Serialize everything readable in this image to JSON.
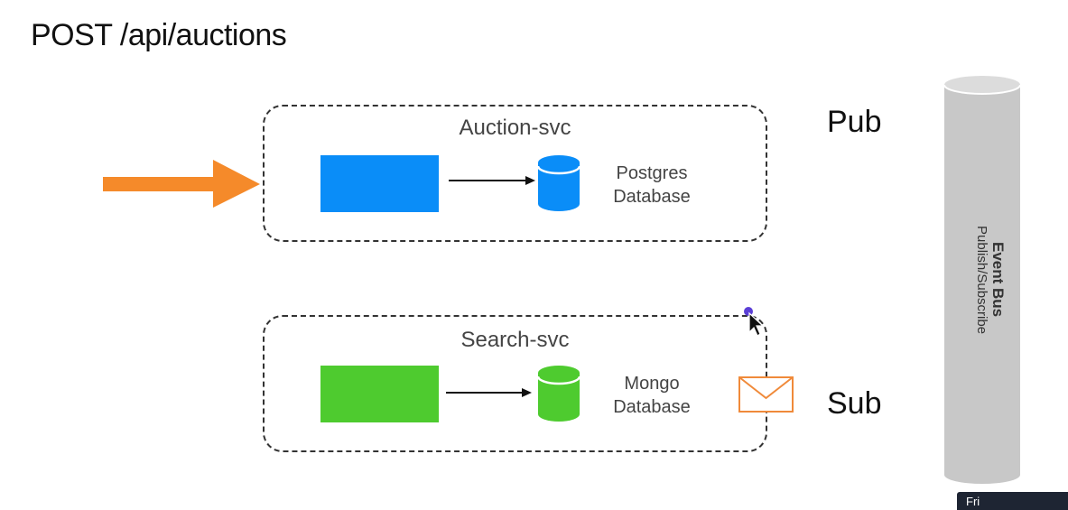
{
  "page_title": "POST /api/auctions",
  "auction_service": {
    "label": "Auction-svc",
    "db_name_line1": "Postgres",
    "db_name_line2": "Database",
    "block_color": "#0a8df8",
    "db_color": "#0a8df8"
  },
  "search_service": {
    "label": "Search-svc",
    "db_name_line1": "Mongo",
    "db_name_line2": "Database",
    "block_color": "#4ecb2f",
    "db_color": "#4ecb2f"
  },
  "pub_label": "Pub",
  "sub_label": "Sub",
  "event_bus": {
    "title": "Event Bus",
    "subtitle": "Publish/Subscribe"
  },
  "colors": {
    "incoming_arrow": "#f58a2a",
    "envelope": "#f08a3a",
    "event_bus": "#c8c8c8",
    "cursor_dot": "#5b3fd6"
  },
  "tooltip_text": "Fri"
}
